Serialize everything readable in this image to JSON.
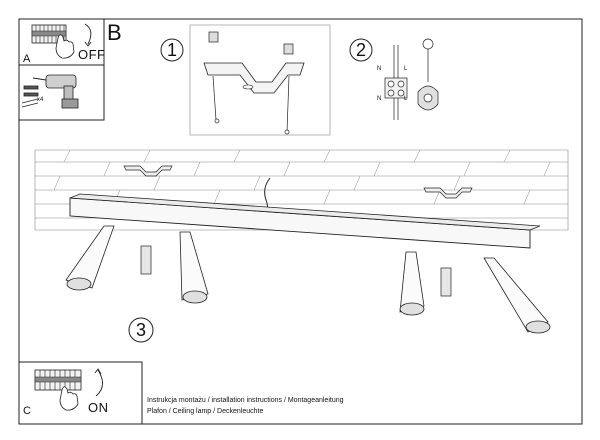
{
  "panels": {
    "a": {
      "letter": "A",
      "switch_text": "OFF",
      "multiplier": "x4"
    },
    "b": {
      "letter": "B"
    },
    "c": {
      "letter": "C",
      "switch_text": "ON"
    }
  },
  "steps": {
    "step1": "1",
    "step2": "2",
    "step3": "3"
  },
  "wiring": {
    "neutral": "N",
    "live": "L"
  },
  "caption": {
    "line1": "Instrukcja montażu / installation instructions / Montageanleitung",
    "line2": "Plafon / Ceiling lamp / Deckenleuchte"
  }
}
